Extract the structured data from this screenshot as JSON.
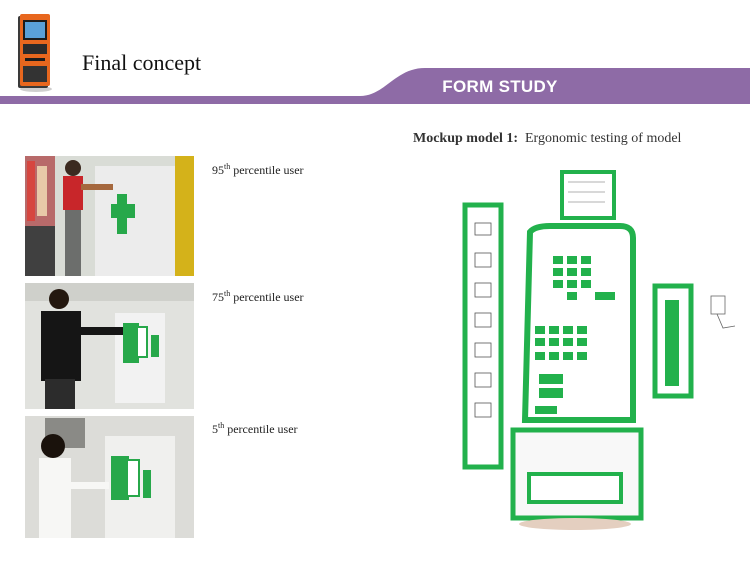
{
  "header": {
    "title": "Final concept",
    "band_label": "FORM STUDY"
  },
  "mockup": {
    "caption_bold": "Mockup model 1:",
    "caption_rest": "Ergonomic testing of model"
  },
  "users": [
    {
      "num": "95",
      "sup": "th",
      "rest": " percentile user"
    },
    {
      "num": "75",
      "sup": "th",
      "rest": " percentile user"
    },
    {
      "num": "5",
      "sup": "th",
      "rest": " percentile user"
    }
  ],
  "colors": {
    "band": "#8e6ba6",
    "kiosk_green": "#22b14c",
    "kiosk_orange": "#e8671e"
  }
}
